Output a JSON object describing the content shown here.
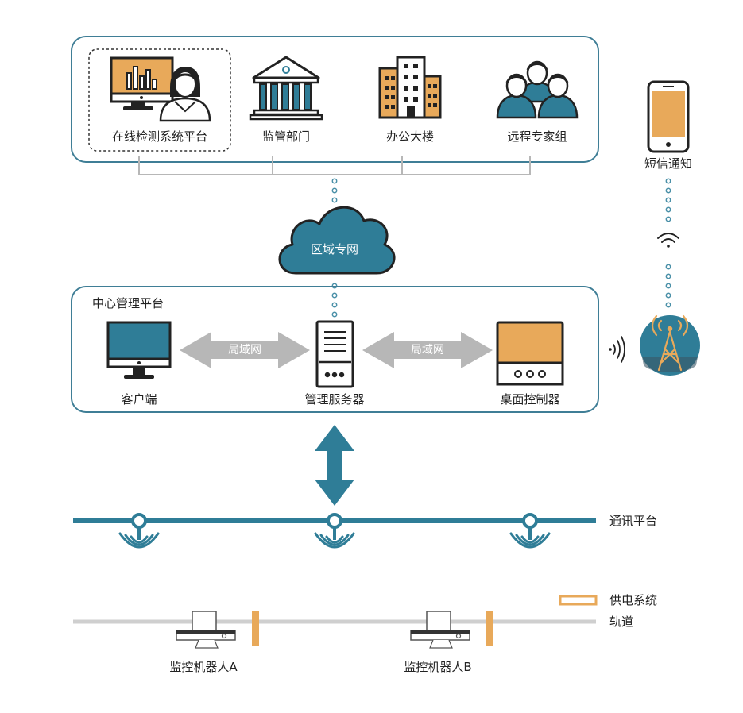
{
  "colors": {
    "teal": "#2f7d97",
    "orange": "#e8a95a",
    "gray": "#b7b7b7",
    "dark": "#222222",
    "box_border": "#3f7e96",
    "dots": "#4a90a8"
  },
  "top_group": {
    "items": [
      {
        "label": "在线检测系统平台",
        "icon": "monitoring-platform-icon"
      },
      {
        "label": "监管部门",
        "icon": "government-building-icon"
      },
      {
        "label": "办公大楼",
        "icon": "office-building-icon"
      },
      {
        "label": "远程专家组",
        "icon": "expert-group-icon"
      }
    ]
  },
  "sms": {
    "label": "短信通知",
    "icon": "smartphone-icon"
  },
  "cloud": {
    "label": "区域专网",
    "icon": "cloud-icon"
  },
  "center": {
    "title": "中心管理平台",
    "client": "客户端",
    "server": "管理服务器",
    "controller": "桌面控制器",
    "lan_left": "局域网",
    "lan_right": "局域网"
  },
  "signal": {
    "tower_icon": "radio-tower-icon",
    "wifi_icon": "wifi-icon",
    "waves_icon": "signal-waves-icon"
  },
  "comm": {
    "label": "通讯平台"
  },
  "legend": {
    "power_label": "供电系统",
    "rail_label": "轨道"
  },
  "robots": [
    {
      "label": "监控机器人A"
    },
    {
      "label": "监控机器人B"
    }
  ]
}
